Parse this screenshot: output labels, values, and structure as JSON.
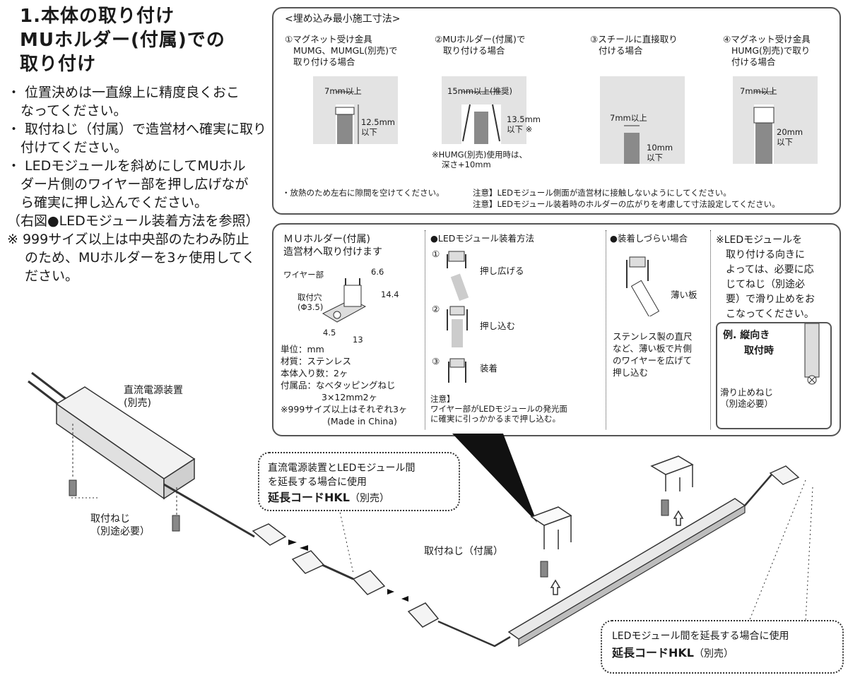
{
  "section": {
    "title_l1": "1.本体の取り付け",
    "title_l2": "MUホルダー(付属)での",
    "title_l3": "取り付け",
    "bullets": [
      "・ 位置決めは一直線上に精度良くおこ",
      "　なってください。",
      "・ 取付ねじ（付属）で造営材へ確実に取り",
      "　付けてください。",
      "・ LEDモジュールを斜めにしてMUホル",
      "　ダー片側のワイヤー部を押し広げなが",
      "　ら確実に押し込んでください。",
      "（右図●LEDモジュール装着方法を参照）",
      "※ 999サイズ以上は中央部のたわみ防止",
      "　 のため、MUホルダーを3ヶ使用してく",
      "　 ださい。"
    ]
  },
  "embed_box": {
    "heading": "<埋め込み最小施工寸法>",
    "col1": [
      "①マグネット受け金具",
      "MUMG、MUMGL(別売)で",
      "取り付ける場合"
    ],
    "col2": [
      "②MUホルダー(付属)で",
      "取り付ける場合"
    ],
    "col3": [
      "③スチールに直接取り",
      "付ける場合"
    ],
    "col4": [
      "④マグネット受け金具",
      "HUMG(別売)で取り",
      "付ける場合"
    ],
    "d1_w": "7mm以上",
    "d1_h1": "12.5mm",
    "d1_h2": "以下",
    "d2_w": "15mm以上(推奨)",
    "d2_h1": "13.5mm",
    "d2_h2": "以下 ※",
    "d2_note1": "※HUMG(別売)使用時は、",
    "d2_note2": "深さ+10mm",
    "d3_w": "7mm以上",
    "d3_h1": "10mm",
    "d3_h2": "以下",
    "d4_w": "7mm以上",
    "d4_h1": "20mm",
    "d4_h2": "以下",
    "note1": "・放熱のため左右に隙間を空けてください。",
    "note2": "注意】LEDモジュール側面が造営材に接触しないようにしてください。",
    "note3": "注意】LEDモジュール装着時のホルダーの広がりを考慮して寸法設定してください。"
  },
  "holder_box": {
    "title1": "ＭＵホルダー(付属)",
    "title2": "造営材へ取り付けます",
    "wire_label": "ワイヤー部",
    "hole_label1": "取付穴",
    "hole_label2": "(Φ3.5)",
    "dim_66": "6.6",
    "dim_144": "14.4",
    "dim_45": "4.5",
    "dim_13": "13",
    "spec": [
      "単位：mm",
      "材質：ステンレス",
      "本体入り数：2ヶ",
      "付属品：なべタッピングねじ",
      "3×12mm2ヶ",
      "※999サイズ以上はそれぞれ3ヶ"
    ],
    "made_in": "(Made in China)",
    "mount_title": "●LEDモジュール装着方法",
    "step1_num": "①",
    "step1": "押し広げる",
    "step2_num": "②",
    "step2": "押し込む",
    "step3_num": "③",
    "step3": "装着",
    "caution1": "注意】",
    "caution2": "ワイヤー部がLEDモジュールの発光面",
    "caution3": "に確実に引っかかるまで押し込む。",
    "hard_title": "●装着しづらい場合",
    "thin_plate": "薄い板",
    "hard_desc": [
      "ステンレス製の直尺",
      "など、薄い板で片側",
      "のワイヤーを広げて",
      "押し込む"
    ],
    "direction_note": [
      "※LEDモジュールを",
      "取り付ける向きに",
      "よっては、必要に応",
      "じてねじ（別途必",
      "要）で滑り止めをお",
      "こなってください。"
    ],
    "example_title1": "例. 縦向き",
    "example_title2": "取付時",
    "anti_slip1": "滑り止めねじ",
    "anti_slip2": "（別途必要）"
  },
  "install": {
    "psu_label1": "直流電源装置",
    "psu_label2": "(別売)",
    "screw_label1": "取付ねじ",
    "screw_label2": "（別途必要）",
    "ext_callout1": "直流電源装置とLEDモジュール間",
    "ext_callout2": "を延長する場合に使用",
    "ext_callout3": "延長コードHKL",
    "ext_callout4": "（別売）",
    "screw_attached": "取付ねじ（付属）",
    "led_callout1": "LEDモジュール間を延長する場合に使用",
    "led_callout2": "延長コードHKL",
    "led_callout3": "（別売）"
  }
}
